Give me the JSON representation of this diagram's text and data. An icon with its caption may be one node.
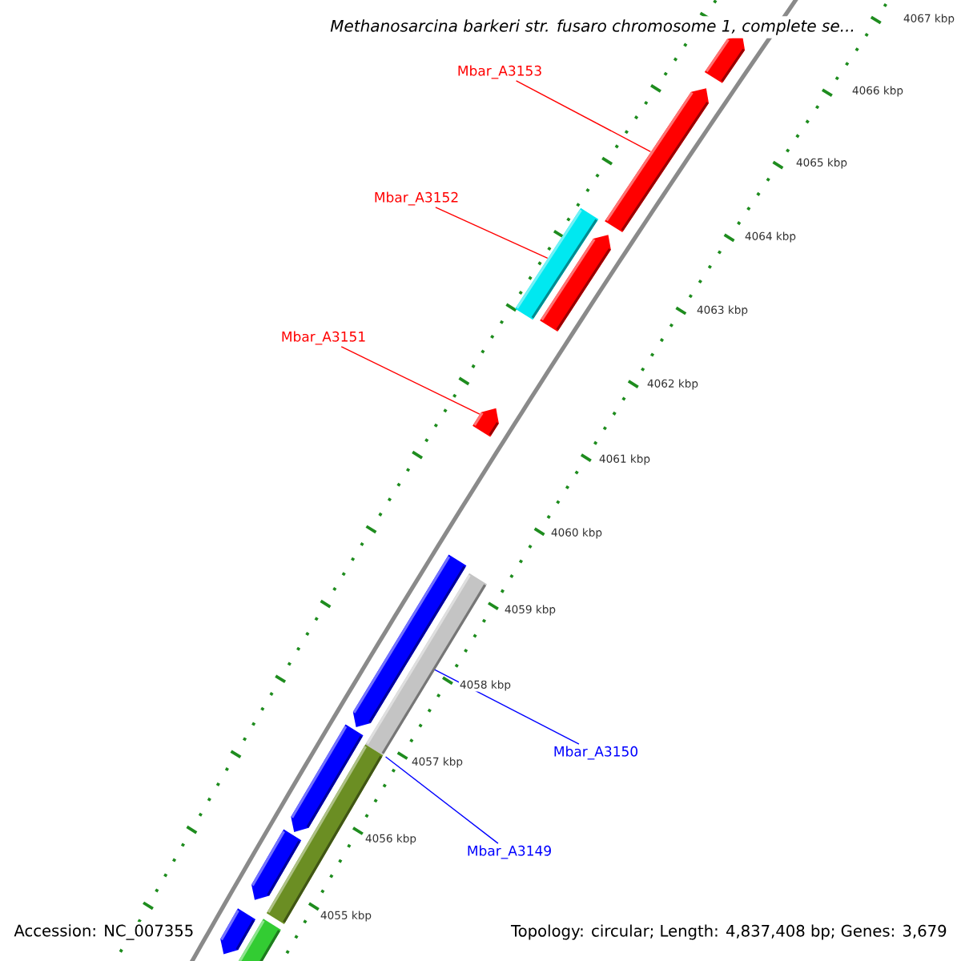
{
  "diagram": {
    "title": "Methanosarcina barkeri str. fusaro chromosome 1, complete se...",
    "nodes": [
      {
        "text": [],
        "shape": "pentagon"
      },
      {
        "text": [
          "Mbar_A3153"
        ]
      },
      {
        "text": [],
        "shape": "pentagon"
      },
      {
        "text": [
          "Mbar_A3152"
        ]
      },
      {
        "text": [],
        "shape": "bar"
      },
      {
        "text": [],
        "shape": "pentagon"
      },
      {
        "text": [
          "Mbar_A3151"
        ]
      },
      {
        "text": [],
        "shape": "pentagon"
      },
      {
        "text": [],
        "shape": "pentagon"
      },
      {
        "text": [],
        "shape": "bar"
      },
      {
        "text": [
          "Mbar_A3150"
        ]
      },
      {
        "text": [],
        "shape": "pentagon"
      },
      {
        "text": [],
        "shape": "bar"
      },
      {
        "text": [
          "Mbar_A3149"
        ]
      },
      {
        "text": [],
        "shape": "pentagon"
      },
      {
        "text": [],
        "shape": "pentagon"
      },
      {
        "text": [],
        "shape": "bar"
      }
    ],
    "edges": [
      {
        "from": 1,
        "to": 2,
        "arrow": "none"
      },
      {
        "from": 3,
        "to": 4,
        "arrow": "none"
      },
      {
        "from": 6,
        "to": 7,
        "arrow": "none"
      },
      {
        "from": 10,
        "to": 9,
        "arrow": "none",
        "color": "#0000ff"
      },
      {
        "from": 13,
        "to": 12,
        "arrow": "none",
        "color": "#0000ff"
      }
    ],
    "labels": [
      "4067 kbp",
      "4066 kbp",
      "4065 kbp",
      "4064 kbp",
      "4063 kbp",
      "4062 kbp",
      "4061 kbp",
      "4060 kbp",
      "4059 kbp",
      "4058 kbp",
      "4057 kbp",
      "4056 kbp",
      "4055 kbp",
      "Accession: NC_007355",
      "Topology: circular; Length: 4,837,408 bp; Genes: 3,679"
    ]
  }
}
